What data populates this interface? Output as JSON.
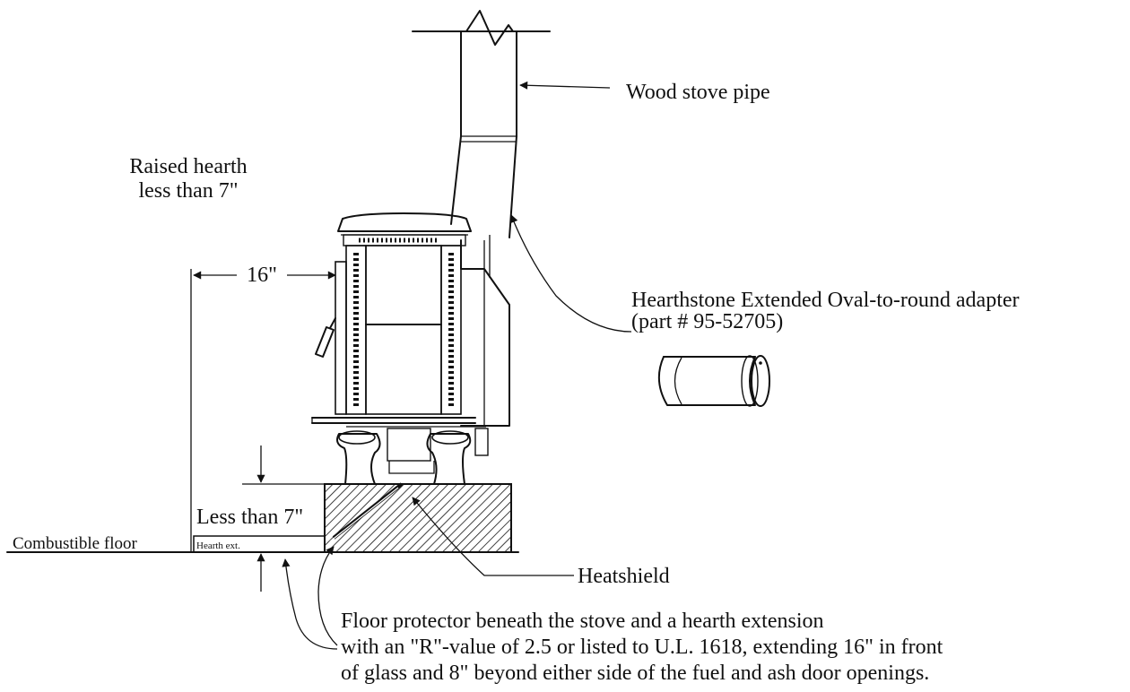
{
  "labels": {
    "pipe": "Wood stove pipe",
    "raised_line1": "Raised hearth",
    "raised_line2": "less than 7\"",
    "sixteen": "16\"",
    "adapter_line1": "Hearthstone Extended Oval-to-round adapter",
    "adapter_line2": "(part # 95-52705)",
    "less_than": "Less than 7\"",
    "combustible": "Combustible floor",
    "hearth_ext": "Hearth ext.",
    "heatshield": "Heatshield",
    "note_line1": "Floor protector beneath the stove and a hearth extension",
    "note_line2": "with an \"R\"-value of 2.5 or listed to U.L. 1618, extending 16\" in front",
    "note_line3": "of glass and 8\" beyond either side of the fuel and ash door openings."
  },
  "colors": {
    "ink": "#111111",
    "background": "#ffffff"
  }
}
